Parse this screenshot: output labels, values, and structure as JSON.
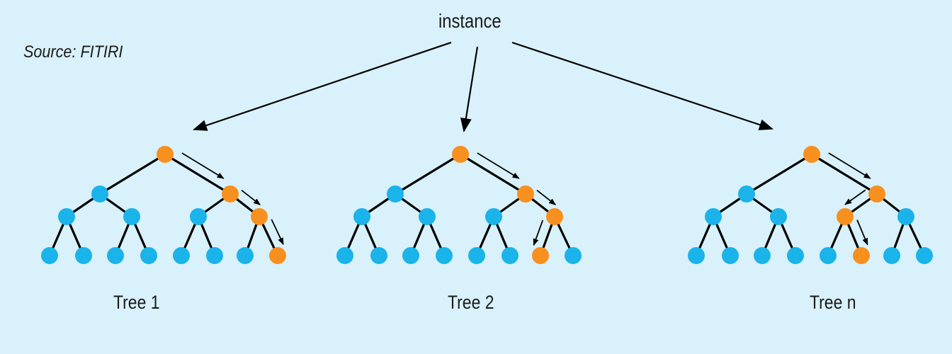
{
  "diagram": {
    "root_label": "instance",
    "source": "Source: FITIRI",
    "trees": [
      {
        "label": "Tree 1",
        "path": [
          0,
          2,
          6,
          14
        ]
      },
      {
        "label": "Tree 2",
        "path": [
          0,
          2,
          6,
          13
        ]
      },
      {
        "label": "Tree n",
        "path": [
          0,
          2,
          5,
          12
        ]
      }
    ]
  },
  "colors": {
    "background": "#d9f1fa",
    "node": "#1ab3ea",
    "active_node": "#f7901e",
    "edge": "#000000",
    "text": "#1a1a1a"
  }
}
